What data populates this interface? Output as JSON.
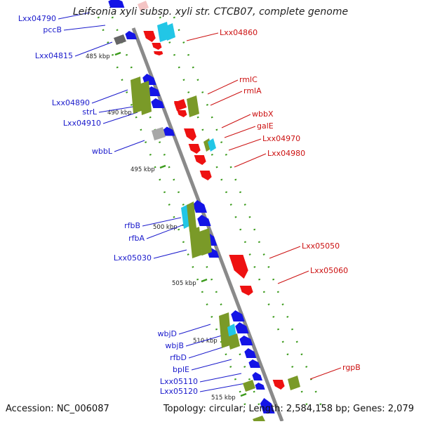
{
  "title": "Leifsonia xyli subsp. xyli str. CTCB07, complete genome",
  "accession": "Accession: NC_006087",
  "summary": "Topology: circular; Length: 2,584,158 bp; Genes: 2,079",
  "colors": {
    "backbone": "#8a8a8a",
    "left_label": "#1a1acc",
    "right_label": "#cc1111",
    "blue": "#1414e6",
    "red": "#ee1111",
    "green": "#7a9a28",
    "cyan": "#22c6e6",
    "gray": "#a8a8a8",
    "dots": "#3a9a1a"
  },
  "scale_ticks": [
    "485 kbp",
    "490 kbp",
    "495 kbp",
    "500 kbp",
    "505 kbp",
    "510 kbp",
    "515 kbp"
  ],
  "left_labels": [
    "Lxx04790",
    "pccB",
    "Lxx04815",
    "Lxx04890",
    "strL",
    "Lxx04910",
    "wbbL",
    "rfbB",
    "rfbA",
    "Lxx05030",
    "wbjD",
    "wbjB",
    "rfbD",
    "bplE",
    "Lxx05110",
    "Lxx05120"
  ],
  "right_labels": [
    "Lxx04860",
    "rmlC",
    "rmlA",
    "wbbX",
    "galE",
    "Lxx04970",
    "Lxx04980",
    "Lxx05050",
    "Lxx05060",
    "rgpB"
  ]
}
